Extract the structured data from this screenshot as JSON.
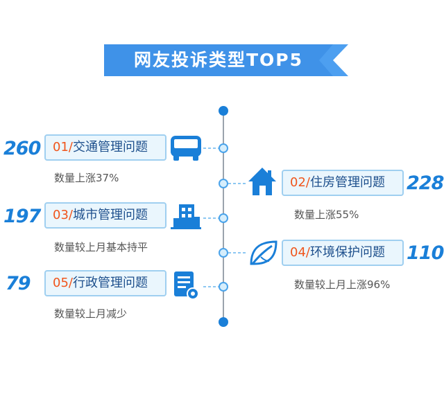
{
  "title": "网友投诉类型TOP5",
  "colors": {
    "accent": "#1a7fd8",
    "number_orange": "#f0551c",
    "box_border": "#9fcff0",
    "box_fill": "#eaf6fd"
  },
  "items": [
    {
      "rank": "01/",
      "name": "交通管理问题",
      "count": "260",
      "note": "数量上涨37%",
      "icon": "bus-icon"
    },
    {
      "rank": "02/",
      "name": "住房管理问题",
      "count": "228",
      "note": "数量上涨55%",
      "icon": "house-icon"
    },
    {
      "rank": "03/",
      "name": "城市管理问题",
      "count": "197",
      "note": "数量较上月基本持平",
      "icon": "building-icon"
    },
    {
      "rank": "04/",
      "name": "环境保护问题",
      "count": "110",
      "note": "数量较上月上涨96%",
      "icon": "leaf-icon"
    },
    {
      "rank": "05/",
      "name": "行政管理问题",
      "count": "79",
      "note": "数量较上月减少",
      "icon": "document-gear-icon"
    }
  ]
}
